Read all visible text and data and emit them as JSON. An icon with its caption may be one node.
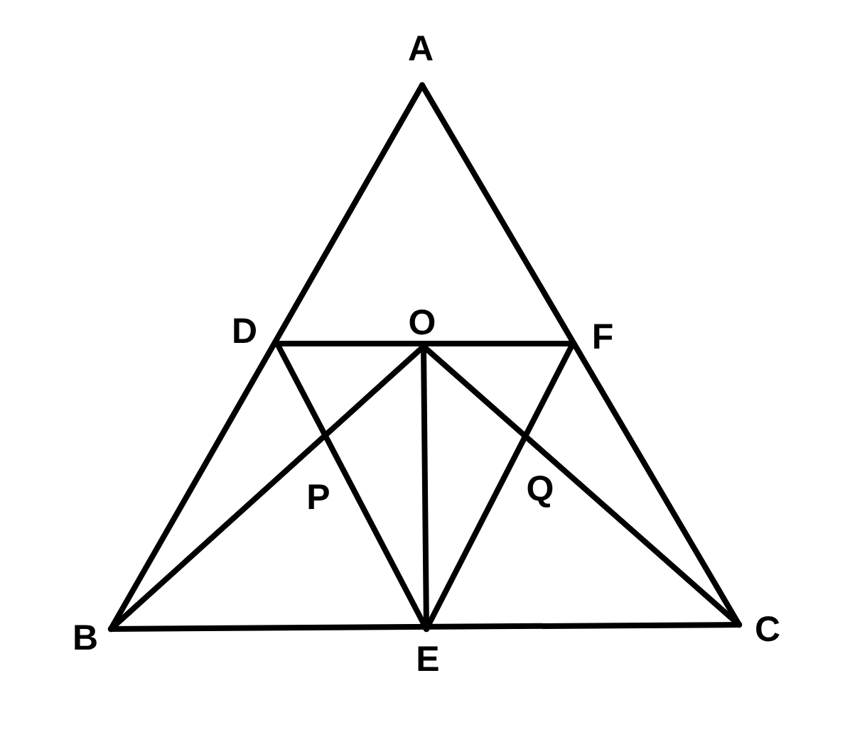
{
  "diagram": {
    "labels": [
      "A",
      "D",
      "O",
      "F",
      "P",
      "Q",
      "B",
      "E",
      "C"
    ]
  }
}
